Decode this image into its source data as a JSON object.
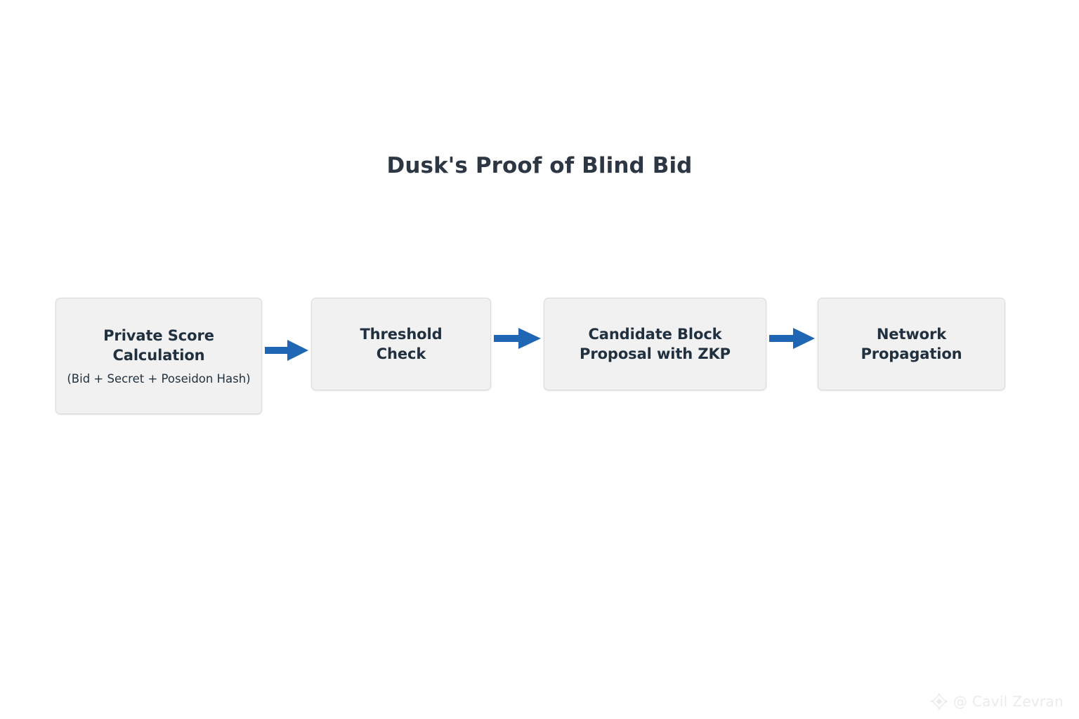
{
  "diagram": {
    "title": "Dusk's Proof of Blind Bid",
    "type": "flowchart",
    "orientation": "left-to-right",
    "background_color": "#ffffff",
    "title_color": "#2c3743",
    "node_fill_color": "#f1f1f1",
    "node_border_color": "#dcdcdc",
    "node_text_color": "#21303f",
    "arrow_color": "#1f66b5",
    "nodes": [
      {
        "id": "private-score-calculation",
        "title": "Private Score\nCalculation",
        "subtitle": "(Bid + Secret + Poseidon Hash)"
      },
      {
        "id": "threshold-check",
        "title": "Threshold\nCheck",
        "subtitle": ""
      },
      {
        "id": "candidate-block-proposal",
        "title": "Candidate Block\nProposal with ZKP",
        "subtitle": ""
      },
      {
        "id": "network-propagation",
        "title": "Network\nPropagation",
        "subtitle": ""
      }
    ],
    "connectors": [
      {
        "id": "arrow-1",
        "from": "private-score-calculation",
        "to": "threshold-check",
        "style": "solid-arrow"
      },
      {
        "id": "arrow-2",
        "from": "threshold-check",
        "to": "candidate-block-proposal",
        "style": "solid-arrow"
      },
      {
        "id": "arrow-3",
        "from": "candidate-block-proposal",
        "to": "network-propagation",
        "style": "solid-arrow"
      }
    ]
  },
  "watermark": {
    "handle": "@ Cavil Zevran",
    "logo_icon": "diamond-logo-icon",
    "color": "#ebebeb"
  }
}
